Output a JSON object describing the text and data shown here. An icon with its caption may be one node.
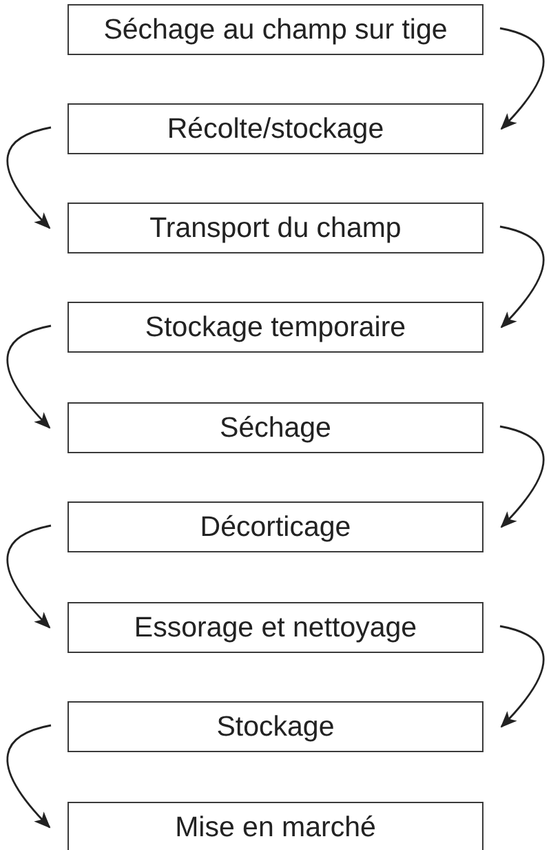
{
  "diagram": {
    "nodes": [
      {
        "text": [
          "Séchage au champ sur tige"
        ]
      },
      {
        "text": [
          "Récolte/stockage"
        ]
      },
      {
        "text": [
          "Transport du champ"
        ]
      },
      {
        "text": [
          "Stockage temporaire"
        ]
      },
      {
        "text": [
          "Séchage"
        ]
      },
      {
        "text": [
          "Décorticage"
        ]
      },
      {
        "text": [
          "Essorage et nettoyage"
        ]
      },
      {
        "text": [
          "Stockage"
        ]
      },
      {
        "text": [
          "Mise en marché"
        ]
      }
    ],
    "edges": [
      {
        "from": 0,
        "to": 1,
        "arrow": "to"
      },
      {
        "from": 1,
        "to": 2,
        "arrow": "to"
      },
      {
        "from": 2,
        "to": 3,
        "arrow": "to"
      },
      {
        "from": 3,
        "to": 4,
        "arrow": "to"
      },
      {
        "from": 4,
        "to": 5,
        "arrow": "to"
      },
      {
        "from": 5,
        "to": 6,
        "arrow": "to"
      },
      {
        "from": 6,
        "to": 7,
        "arrow": "to"
      },
      {
        "from": 7,
        "to": 8,
        "arrow": "to"
      }
    ]
  }
}
